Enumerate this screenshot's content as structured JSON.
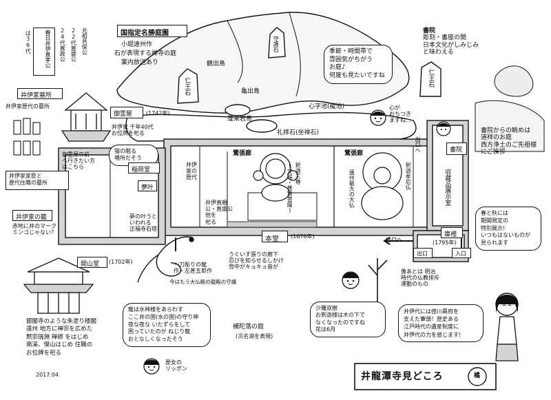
{
  "colors": {
    "ink": "#111111",
    "paper": "#ffffff",
    "shade": "#d8d8d8",
    "hill": "#f2f2f2"
  },
  "garden": {
    "title": "国指定名勝庭園",
    "desc": [
      "小堀遠州作",
      "石が表現する禅寺の庭",
      "案内放送あり"
    ],
    "island_crane": "鶴出島",
    "island_turtle": "亀出島",
    "rock_deva_left": "仁王石",
    "rock_deva_right": "仁王石",
    "rock_guardian": "守護石",
    "rock_horai": "蓬莱岩島",
    "pond": "心字池(龍池)",
    "rock_reihai": "礼拝石(坐禅石)",
    "bubble": [
      "季節・時間帯で",
      "雰囲気がちがう",
      "お庭♪",
      "何度も見たいですね"
    ],
    "mascot_bubble": [
      "心が",
      "おちつき",
      "ますね…"
    ]
  },
  "shoin": {
    "label": [
      "書院",
      "彫刻・書座の間",
      "日本文化がしみじみ",
      "と味わえる"
    ],
    "view_note": [
      "書院からの眺めは",
      "道祥のお庭",
      "西方浄土のご先祖様",
      "にご挨拶"
    ],
    "hall": "書院",
    "storage": "収蔵品展示室",
    "exit": "出口へ"
  },
  "mausoleum": {
    "title": "井伊家墓所",
    "tombs": [
      "春日井伊直孝公",
      "24代直政公",
      "22代直盛公",
      "元祖共保公"
    ],
    "note": "は36代",
    "family_graves": "井伊家歴代の墓所",
    "family_graves2": [
      "井伊家家臣と",
      "歴代住職の墓所"
    ]
  },
  "goreiya": {
    "title": "御霊屋",
    "year": "(1742年)",
    "note": [
      "井伊家 千年40代",
      "お位牌を祀る"
    ],
    "spot": [
      "御霊屋の前",
      "へ行きたい方",
      "はこちら"
    ],
    "bubble": [
      "猫の眠る",
      "場所だそう"
    ],
    "kanji_name": "稲荷堂",
    "kanji_note": [
      "夢の叶うと",
      "いわれる",
      "正福寺石塔"
    ],
    "kanji_small": "夢叶"
  },
  "kaiyama": {
    "title": "開山堂",
    "year": "(1702年)",
    "kago_title": "井伊家の籠",
    "kago_note": [
      "赤地に井のマーク",
      "ミンゴじゃない?"
    ],
    "note": [
      "銀閣寺のような朱塗り楼閣",
      "遠州 地方に禅宗を広めた",
      "黙宗瑞淵 禅師 をはじめ",
      "南溪、傑山はじめ 住職の",
      "お位牌を祀る"
    ],
    "date": "2017.04"
  },
  "hondo": {
    "title": "本堂",
    "year": "(1676年)",
    "corridor_left": "鶯張廊",
    "corridor_right": "鶯張廊",
    "buddha_label": [
      "釈迦三尊",
      "(文殊・普賢菩薩)"
    ],
    "big_buddha": "遠州最大の大仏",
    "big_buddha2": "釈迦牟尼仏",
    "ii_ancestor": [
      "井伊直親",
      "公・直盛公",
      "他を",
      "祀る"
    ],
    "corridor_note": [
      "うぐいす張りの廊下",
      "忍びを知らせるしかけ",
      "背中がキュキュ音が"
    ],
    "mascot_label": [
      "井伊",
      "家の",
      "歴代"
    ]
  },
  "dragon": {
    "title": [
      "一刀彫りの龍",
      "作・左甚五郎作"
    ],
    "sub": "今はもう大仏殿の龍殿の守護",
    "bubble": [
      "龍は水神様をあらわす",
      "ここ井の国(水の国)の守り神",
      "夜な夜な いたずらをして",
      "困っていたのが ねじり龍",
      "おとなしくなったそう"
    ],
    "kid_label": [
      "歴女の",
      "リッポン"
    ]
  },
  "garden_south": {
    "title": "補陀落の庭",
    "sub": "(浜名湖を表現)",
    "sara": [
      "沙羅双樹",
      "お釈迦様は木の下で",
      "なくなったのですね",
      "花は6月"
    ],
    "statue": [
      "像あとは 明治",
      "時代の仏教排斥",
      "運動のもの"
    ]
  },
  "kuri": {
    "title": "庫裡",
    "year": "(1795年)",
    "entrance": "入口",
    "exit": "出口",
    "exit2": "出口へ"
  },
  "notes": {
    "spring_autumn": [
      "春と秋には",
      "期間限定の",
      "特別展示!",
      "いつもはないものが",
      "見られます"
    ],
    "ii_era": [
      "井伊代には徳川幕府を",
      "支えた筆頭！歴史ある",
      "江戸時代の遺産制度に",
      "井伊代の力を感じます!"
    ]
  },
  "footer": {
    "title": "井龍潭寺見どころ",
    "emblem": "橘"
  }
}
